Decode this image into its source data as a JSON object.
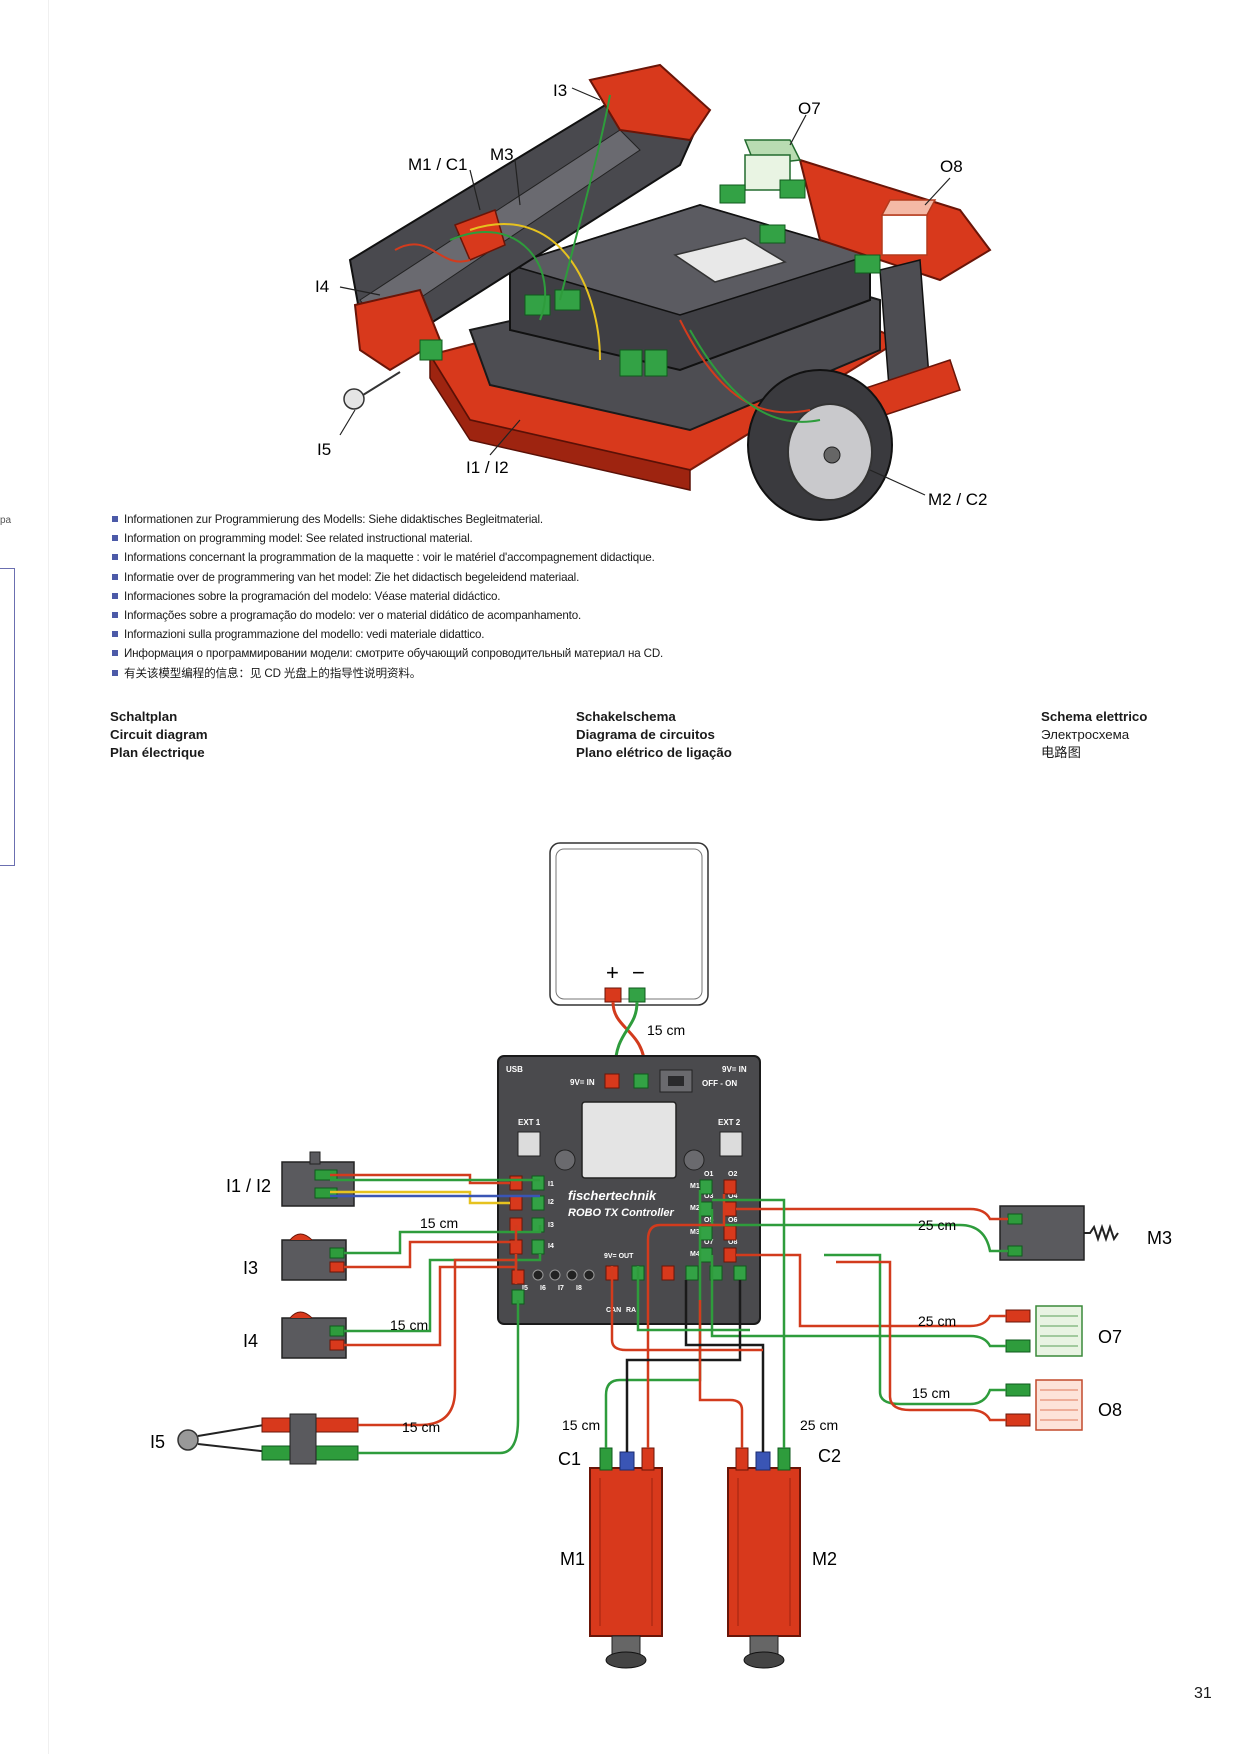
{
  "model_labels": {
    "i3": "I3",
    "o7": "O7",
    "m1_c1": "M1 / C1",
    "m3": "M3",
    "o8": "O8",
    "i4": "I4",
    "i5": "I5",
    "i1_i2": "I1 / I2",
    "m2_c2": "M2 / C2"
  },
  "info_lines": [
    "Informationen zur Programmierung des Modells: Siehe didaktisches Begleitmaterial.",
    "Information on programming model: See related instructional material.",
    "Informations concernant la programmation de la maquette : voir le matériel d'accompagnement didactique.",
    "Informatie over de programmering van het model: Zie het didactisch begeleidend materiaal.",
    "Informaciones sobre la programación del modelo: Véase material didáctico.",
    "Informações sobre a programação do modelo: ver o material didático de acompanhamento.",
    "Informazioni sulla programmazione del modello: vedi materiale didattico.",
    "Информация о программировании модели: смотрите обучающий сопроводительный материал на CD.",
    "有关该模型编程的信息：见 CD 光盘上的指导性说明资料。"
  ],
  "headings": {
    "col1": [
      "Schaltplan",
      "Circuit diagram",
      "Plan électrique"
    ],
    "col2": [
      "Schakelschema",
      "Diagrama de circuitos",
      "Plano elétrico de ligação"
    ],
    "col3": [
      "Schema elettrico",
      "Электросхема",
      "电路图"
    ]
  },
  "battery": {
    "plus": "+",
    "minus": "−"
  },
  "controller": {
    "brand": "fischertechnik",
    "model": "ROBO TX Controller",
    "usb": "USB",
    "power_in_right": "9V= IN",
    "power_in_left": "9V= IN",
    "off_on": "OFF - ON",
    "ext1": "EXT 1",
    "ext2": "EXT 2",
    "inputs": [
      "I1",
      "I2",
      "I3",
      "I4"
    ],
    "inputs_bottom": [
      "I5",
      "I6",
      "I7",
      "I8"
    ],
    "outputs": [
      "O1",
      "O2",
      "O3",
      "O4",
      "O5",
      "O6",
      "O7",
      "O8"
    ],
    "motor_marks": [
      "M1",
      "M2",
      "M3",
      "M4"
    ],
    "out_label": "9V= OUT",
    "bus_labels": [
      "CAN",
      "RA"
    ]
  },
  "circuit_labels": {
    "i1_i2": "I1 / I2",
    "i3": "I3",
    "i4": "I4",
    "i5": "I5",
    "m3": "M3",
    "o7": "O7",
    "o8": "O8",
    "c1": "C1",
    "c2": "C2",
    "m1": "M1",
    "m2": "M2"
  },
  "cable_lengths": {
    "battery": "15 cm",
    "i3": "15 cm",
    "i4": "15 cm",
    "i5": "15 cm",
    "m3": "25 cm",
    "o7": "25 cm",
    "o8": "15 cm",
    "m1": "15 cm",
    "m2": "25 cm"
  },
  "page_number": "31",
  "colors": {
    "red": "#d8391c",
    "green": "#33a245",
    "controller": "#4a4a4d",
    "wire_red": "#d23b1d",
    "wire_green": "#2e9c3c",
    "wire_yellow": "#e6c21f",
    "wire_blue": "#3a55b5"
  }
}
